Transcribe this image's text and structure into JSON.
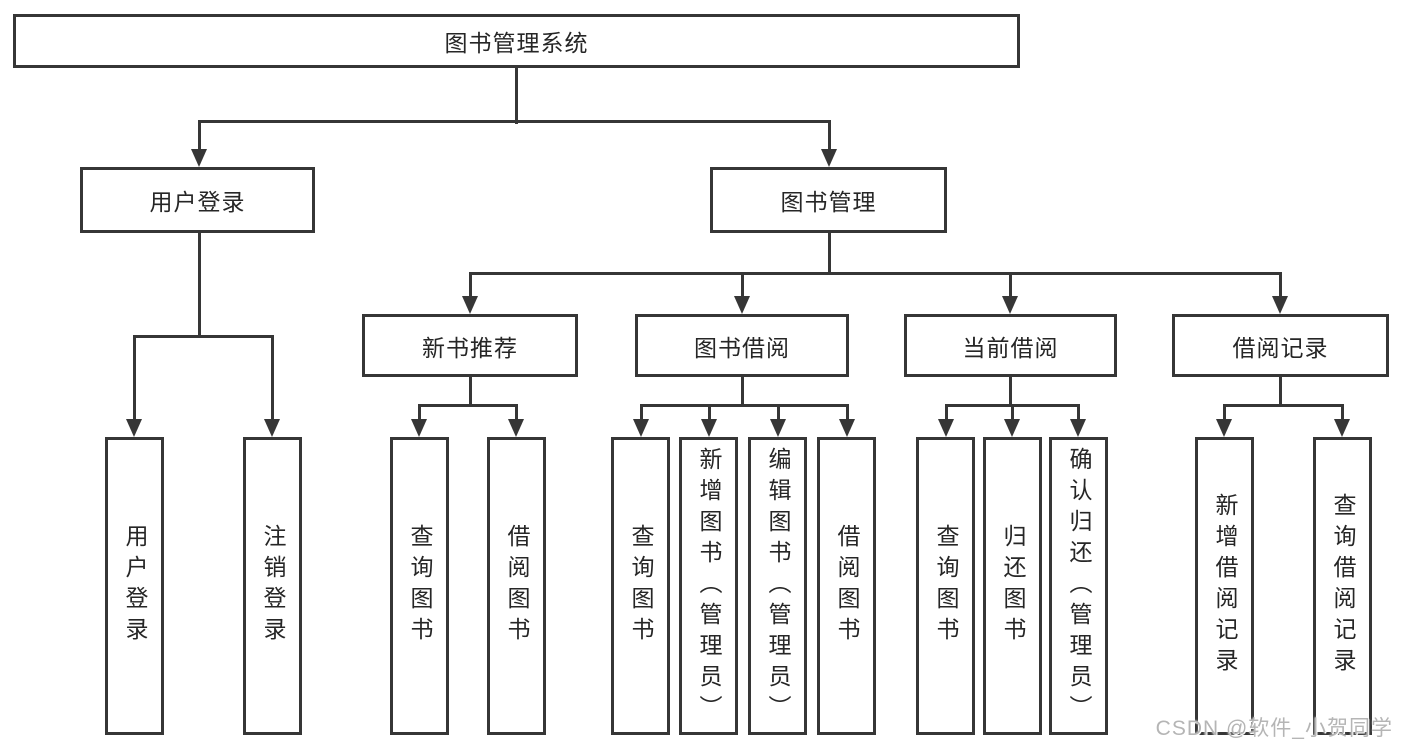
{
  "diagram": {
    "root": {
      "label": "图书管理系统"
    },
    "user_login": {
      "label": "用户登录",
      "children": [
        "用户登录",
        "注销登录"
      ]
    },
    "book_management": {
      "label": "图书管理",
      "sections": [
        {
          "label": "新书推荐",
          "children": [
            "查询图书",
            "借阅图书"
          ]
        },
        {
          "label": "图书借阅",
          "children": [
            "查询图书",
            "新增图书（管理员）",
            "编辑图书（管理员）",
            "借阅图书"
          ]
        },
        {
          "label": "当前借阅",
          "children": [
            "查询图书",
            "归还图书",
            "确认归还（管理员）"
          ]
        },
        {
          "label": "借阅记录",
          "children": [
            "新增借阅记录",
            "查询借阅记录"
          ]
        }
      ]
    }
  },
  "watermark": {
    "text": "CSDN @软件_小贺同学"
  },
  "colors": {
    "line": "#363636",
    "text": "#262626",
    "watermark": "#b5b5b5",
    "background": "#ffffff"
  }
}
